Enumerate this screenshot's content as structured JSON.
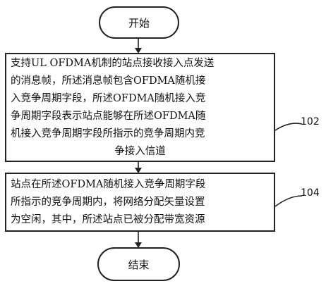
{
  "start_label": "开始",
  "end_label": "结束",
  "steps": [
    {
      "ref": "102",
      "lines": [
        "支持UL OFDMA机制的站点接收接入点发送",
        "的消息帧，所述消息帧包含OFDMA随机接",
        "入竞争周期字段，所述OFDMA随机接入竞",
        "争周期字段表示站点能够在所述OFDMA随",
        "机接入竞争周期字段所指示的竞争周期内竞",
        "争接入信道"
      ]
    },
    {
      "ref": "104",
      "lines": [
        "站点在所述OFDMA随机接入竞争周期字段",
        "所指示的竞争周期内，将网络分配矢量设置",
        "为空闲，其中，所述站点已被分配带宽资源"
      ]
    }
  ]
}
